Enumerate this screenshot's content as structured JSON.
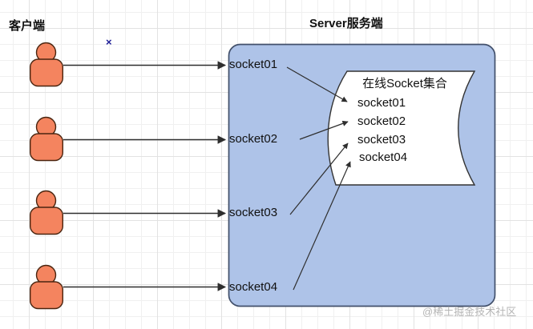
{
  "titles": {
    "client": "客户端",
    "server": "Server服务端"
  },
  "cross_mark": "×",
  "server_box": {
    "socket_labels": [
      "socket01",
      "socket02",
      "socket03",
      "socket04"
    ]
  },
  "collection": {
    "title": "在线Socket集合",
    "items": [
      "socket01",
      "socket02",
      "socket03",
      "socket04"
    ]
  },
  "watermark": "@稀土掘金技术社区",
  "colors": {
    "server_box_fill": "#aec3e8",
    "person_fill": "#f4845f",
    "collection_fill": "#ffffff",
    "arrow": "#2e2e2e"
  }
}
